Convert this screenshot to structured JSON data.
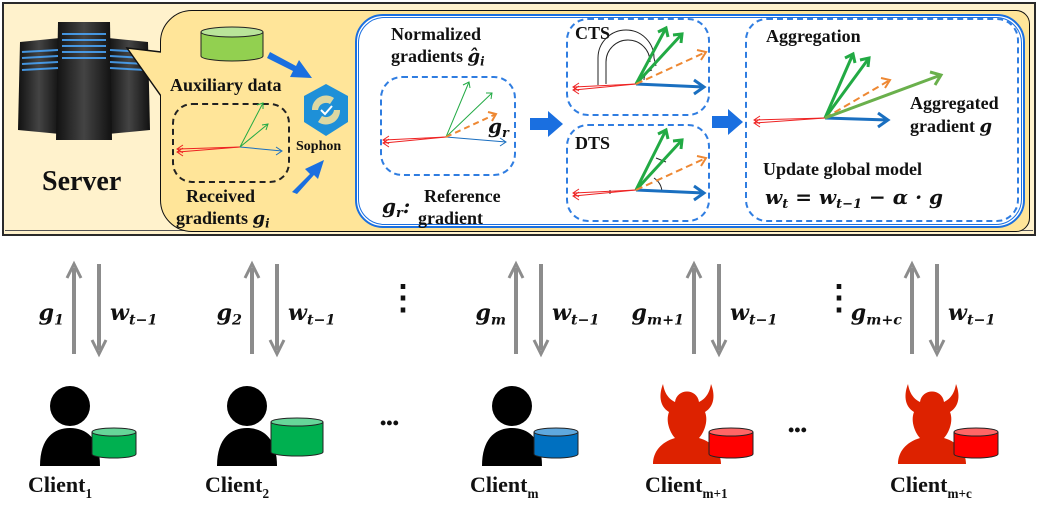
{
  "server": {
    "label": "Server",
    "auxiliary_label": "Auxiliary data",
    "received_label_line1": "Received",
    "received_label_line2": "gradients ",
    "received_symbol": "g",
    "received_sub": "i",
    "sophon_label": "Sophon",
    "normalized_line1": "Normalized",
    "normalized_line2": "gradients ",
    "normalized_symbol": "ĝ",
    "normalized_sub": "i",
    "gr_symbol": "g",
    "gr_sub": "r",
    "reference_sym": "g",
    "reference_sub": "r",
    "reference_colon": ":",
    "reference_line1": "Reference",
    "reference_line2": "gradient",
    "cts_label": "CTS",
    "dts_label": "DTS",
    "aggregation_label": "Aggregation",
    "aggregated_line1": "Aggregated",
    "aggregated_line2": "gradient ",
    "aggregated_symbol": "g",
    "update_label": "Update global model",
    "update_formula": "w",
    "update_formula_sub": "t",
    "update_formula_rest": " = w",
    "update_formula_rest_sub": "t−1",
    "update_formula_tail": " − α · g"
  },
  "colors": {
    "benign_gradient": "#22aa44",
    "malicious_gradient": "#ee2222",
    "reference_gradient": "#ee8833",
    "blue_gradient": "#1a6fc0",
    "aggregated_gradient": "#6ab04c",
    "flow_arrow": "#1a6fe0",
    "comm_arrow": "#8c8c8c",
    "malicious_client": "#dd2200",
    "panel_bg": "#fff2cc",
    "bubble_bg": "#ffe599"
  },
  "clients": [
    {
      "name": "Client",
      "sub": "1",
      "up": "g",
      "up_sub": "1",
      "down": "w",
      "down_sub": "t−1",
      "type": "benign",
      "db_color": "#00b050",
      "db_top": "#66d699"
    },
    {
      "name": "Client",
      "sub": "2",
      "up": "g",
      "up_sub": "2",
      "down": "w",
      "down_sub": "t−1",
      "type": "benign",
      "db_color": "#00b050",
      "db_top": "#66d699"
    },
    {
      "name": "Client",
      "sub": "m",
      "up": "g",
      "up_sub": "m",
      "down": "w",
      "down_sub": "t−1",
      "type": "benign",
      "db_color": "#0070c0",
      "db_top": "#5fa8de"
    },
    {
      "name": "Client",
      "sub": "m+1",
      "up": "g",
      "up_sub": "m+1",
      "down": "w",
      "down_sub": "t−1",
      "type": "malicious",
      "db_color": "#ff0000",
      "db_top": "#ff6666"
    },
    {
      "name": "Client",
      "sub": "m+c",
      "up": "g",
      "up_sub": "m+c",
      "down": "w",
      "down_sub": "t−1",
      "type": "malicious",
      "db_color": "#ff0000",
      "db_top": "#ff6666"
    }
  ],
  "ellipsis": {
    "vertical": "⋮",
    "horizontal": "•••"
  }
}
